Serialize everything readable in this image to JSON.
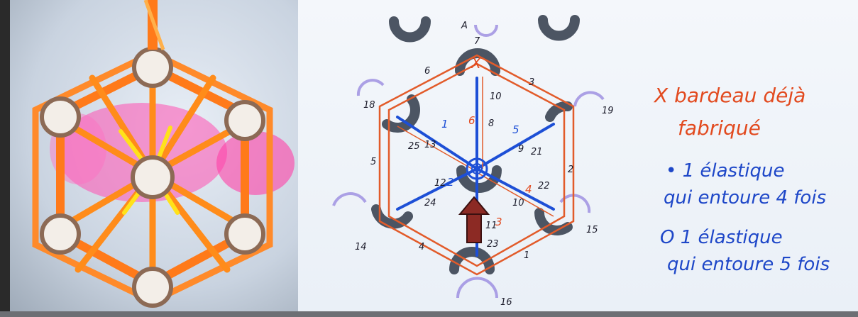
{
  "legend": {
    "line1": "X bardeau déjà",
    "line2": "fabriqué",
    "line3": "• 1 élastique",
    "line4": "qui entoure 4 fois",
    "line5": "O 1 élastique",
    "line6": "qui entoure 5 fois"
  },
  "diagram_numbers": [
    "A",
    "7",
    "6",
    "3",
    "10",
    "18",
    "19",
    "5",
    "1",
    "6",
    "8",
    "25",
    "13",
    "5",
    "9",
    "21",
    "2",
    "12",
    "2",
    "24",
    "10",
    "4",
    "22",
    "11",
    "3",
    "14",
    "4",
    "23",
    "1",
    "15",
    "16",
    "X"
  ],
  "colors": {
    "orange_band": "#ff7a1a",
    "blue_band": "#1d4fd6",
    "red_legend": "#e24a1f",
    "blue_legend": "#1e47c8"
  }
}
